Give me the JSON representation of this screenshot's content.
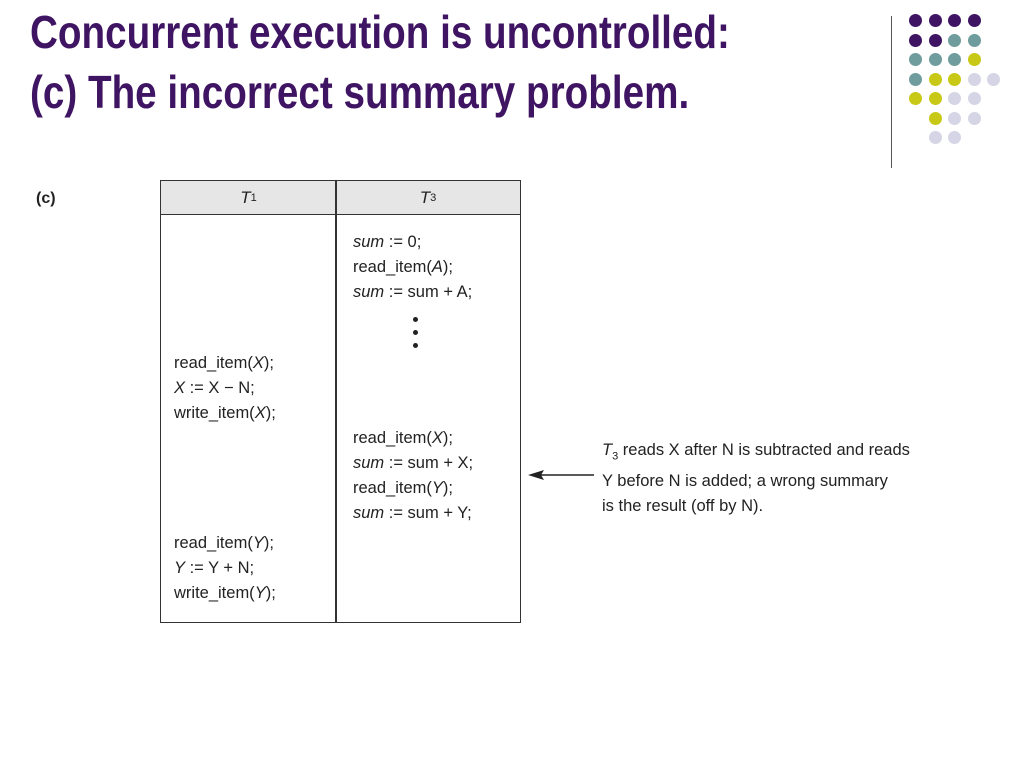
{
  "slide": {
    "title_line1": "Concurrent execution is uncontrolled:",
    "title_line2": "(c) The incorrect summary problem."
  },
  "decoration": {
    "dots": [
      [
        "#3f1563",
        "#3f1563",
        "#3f1563",
        "#3f1563"
      ],
      [
        "#3f1563",
        "#3f1563",
        "#6f9c9c",
        "#6f9c9c"
      ],
      [
        "#6f9c9c",
        "#6f9c9c",
        "#6f9c9c",
        "#c8c816"
      ],
      [
        "#6f9c9c",
        "#c8c816",
        "#c8c816",
        "#d5d5e6",
        "#d5d5e6"
      ],
      [
        "#c8c816",
        "#c8c816",
        "#d5d5e6",
        "#d5d5e6"
      ],
      [
        "#c8c816",
        "#d5d5e6",
        "#d5d5e6"
      ],
      [
        "#d5d5e6",
        "#d5d5e6"
      ]
    ]
  },
  "figure": {
    "label": "(c)",
    "columns": [
      {
        "name": "T",
        "sub": "1"
      },
      {
        "name": "T",
        "sub": "3"
      }
    ],
    "t1_ops": [
      {
        "pre": "read_item(",
        "var": "X",
        "post": ");"
      },
      {
        "pre": "",
        "var": "X",
        "post": " := X − N;"
      },
      {
        "pre": "write_item(",
        "var": "X",
        "post": ");"
      },
      {
        "pre": "read_item(",
        "var": "Y",
        "post": ");"
      },
      {
        "pre": "",
        "var": "Y",
        "post": " := Y + N;"
      },
      {
        "pre": "write_item(",
        "var": "Y",
        "post": ");"
      }
    ],
    "t3_ops": [
      {
        "pre": "",
        "var": "sum",
        "post": " := 0;"
      },
      {
        "pre": "read_item(",
        "var": "A",
        "post": ");"
      },
      {
        "pre": "",
        "var": "sum",
        "post": " := sum + A;"
      },
      {
        "pre": "read_item(",
        "var": "X",
        "post": ");"
      },
      {
        "pre": "",
        "var": "sum",
        "post": " := sum + X;"
      },
      {
        "pre": "read_item(",
        "var": "Y",
        "post": ");"
      },
      {
        "pre": "",
        "var": "sum",
        "post": " := sum + Y;"
      }
    ],
    "annotation": {
      "t": "T",
      "sub": "3",
      "line1": " reads X after N is subtracted and reads",
      "line2": "Y before N is added; a wrong summary",
      "line3": "is the result (off by N)."
    }
  }
}
